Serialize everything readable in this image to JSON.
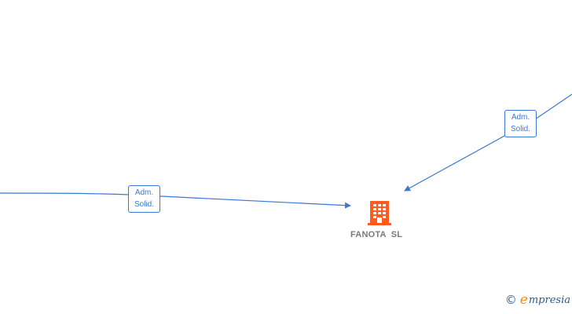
{
  "diagram": {
    "company": {
      "name": "FANOTA  SL",
      "icon": "building-icon",
      "color": "#ff5a1f"
    },
    "edges": [
      {
        "label_line1": "Adm.",
        "label_line2": "Solid."
      },
      {
        "label_line1": "Adm.",
        "label_line2": "Solid."
      }
    ],
    "edge_color": "#3a78d4"
  },
  "footer": {
    "copyright_symbol": "©",
    "brand_initial": "e",
    "brand_rest": "mpresia"
  }
}
